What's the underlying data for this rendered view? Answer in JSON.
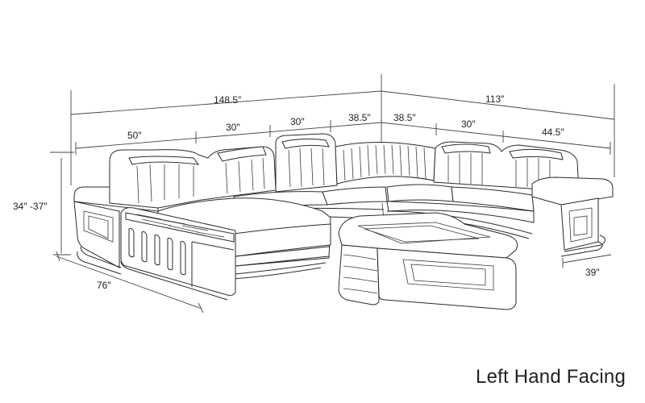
{
  "caption": "Left Hand Facing",
  "dimensions": {
    "left_total": "148.5″",
    "right_total": "113″",
    "seg_50": "50″",
    "seg_30_a": "30″",
    "seg_30_b": "30″",
    "seg_38_5_a": "38.5″",
    "seg_38_5_b": "38.5″",
    "seg_30_c": "30″",
    "seg_44_5": "44.5″",
    "height": "34″ -37″",
    "depth_left": "76″",
    "depth_right": "39″"
  }
}
